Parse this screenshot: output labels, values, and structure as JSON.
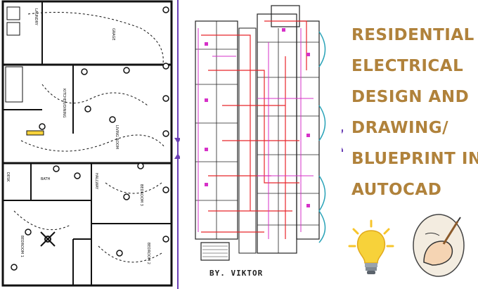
{
  "left_plan": {
    "rooms": [
      "LAUNDRY",
      "GRAGE",
      "KITCHEN/DINING",
      "LIVING ROOM",
      "BATH",
      "HALLWAY",
      "BEDROOM 3",
      "BEDROOM 1",
      "BEDROOM 2",
      "DESK"
    ]
  },
  "middle_plan": {
    "byline": "BY.  VIKTOR"
  },
  "right_panel": {
    "title_lines": [
      "RESIDENTIAL",
      "ELECTRICAL",
      "DESIGN AND",
      "DRAWING/",
      "BLUEPRINT IN",
      "AUTOCAD"
    ],
    "icons": [
      "lightbulb-icon",
      "hand-drawing-icon"
    ]
  },
  "colors": {
    "title": "#b0823b",
    "divider": "#6a3fb5",
    "bulb": "#f7d23a",
    "circuit_red": "#e8262b",
    "circuit_magenta": "#d630c8"
  }
}
